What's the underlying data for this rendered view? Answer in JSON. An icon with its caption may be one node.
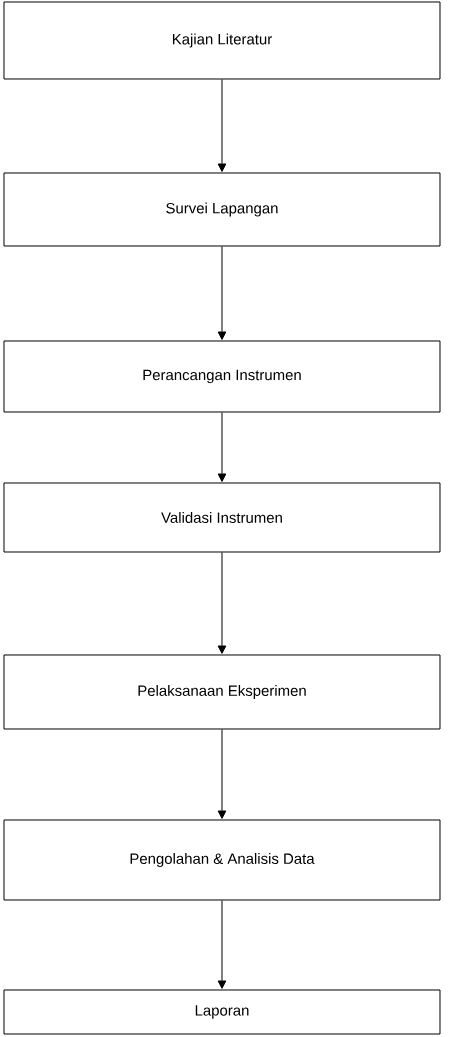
{
  "diagram": {
    "nodes": [
      {
        "text": [
          "Kajian Literatur"
        ]
      },
      {
        "text": [
          "Survei Lapangan"
        ]
      },
      {
        "text": [
          "Perancangan Instrumen"
        ]
      },
      {
        "text": [
          "Validasi Instrumen"
        ]
      },
      {
        "text": [
          "Pelaksanaan Eksperimen"
        ]
      },
      {
        "text": [
          "Pengolahan & Analisis Data"
        ]
      },
      {
        "text": [
          "Laporan"
        ]
      }
    ],
    "edges": [
      {
        "from": 0,
        "to": 1,
        "arrow": "to"
      },
      {
        "from": 1,
        "to": 2,
        "arrow": "to"
      },
      {
        "from": 2,
        "to": 3,
        "arrow": "to"
      },
      {
        "from": 3,
        "to": 4,
        "arrow": "to"
      },
      {
        "from": 4,
        "to": 5,
        "arrow": "to"
      },
      {
        "from": 5,
        "to": 6,
        "arrow": "to"
      }
    ]
  }
}
